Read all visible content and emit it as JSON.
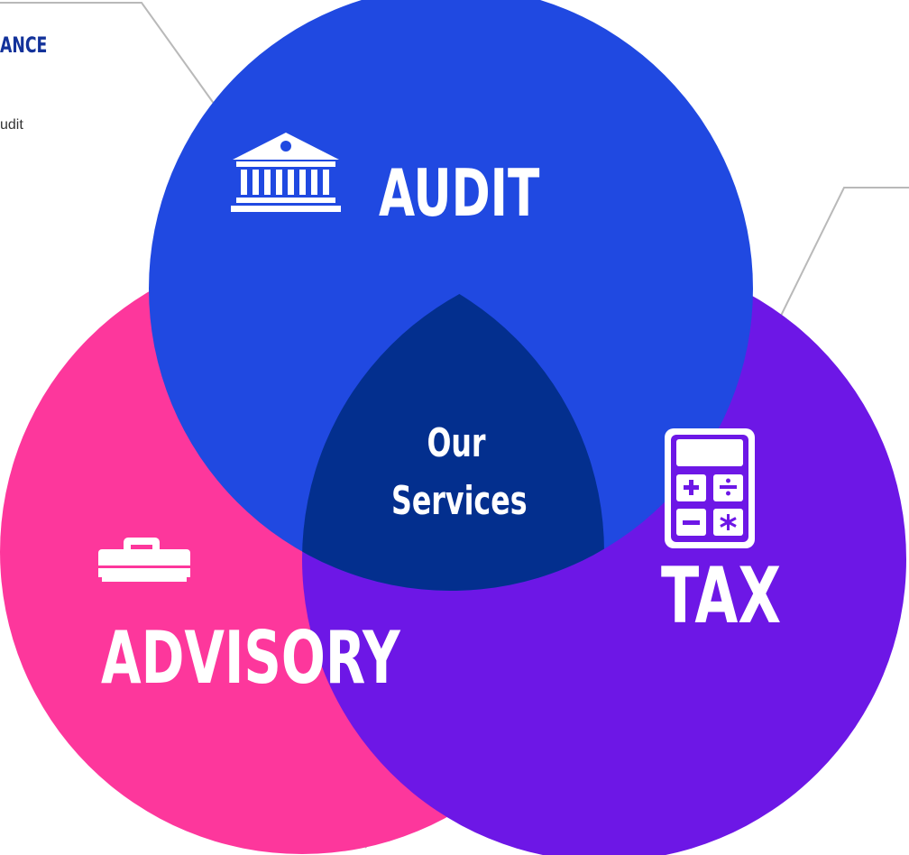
{
  "colors": {
    "audit": "#2049e1",
    "advisory": "#fd379c",
    "tax": "#6d17e6",
    "center": "#032f8e",
    "leader_lines": "#b9b9b9",
    "heading": "#13329a"
  },
  "top_left": {
    "heading": "ANCE",
    "text": "udit"
  },
  "center": {
    "line1": "Our",
    "line2": "Services"
  },
  "circles": {
    "audit": {
      "label": "AUDIT",
      "icon": "bank-building-icon"
    },
    "advisory": {
      "label": "ADVISORY",
      "icon": "briefcase-icon"
    },
    "tax": {
      "label": "TAX",
      "icon": "calculator-icon"
    }
  }
}
